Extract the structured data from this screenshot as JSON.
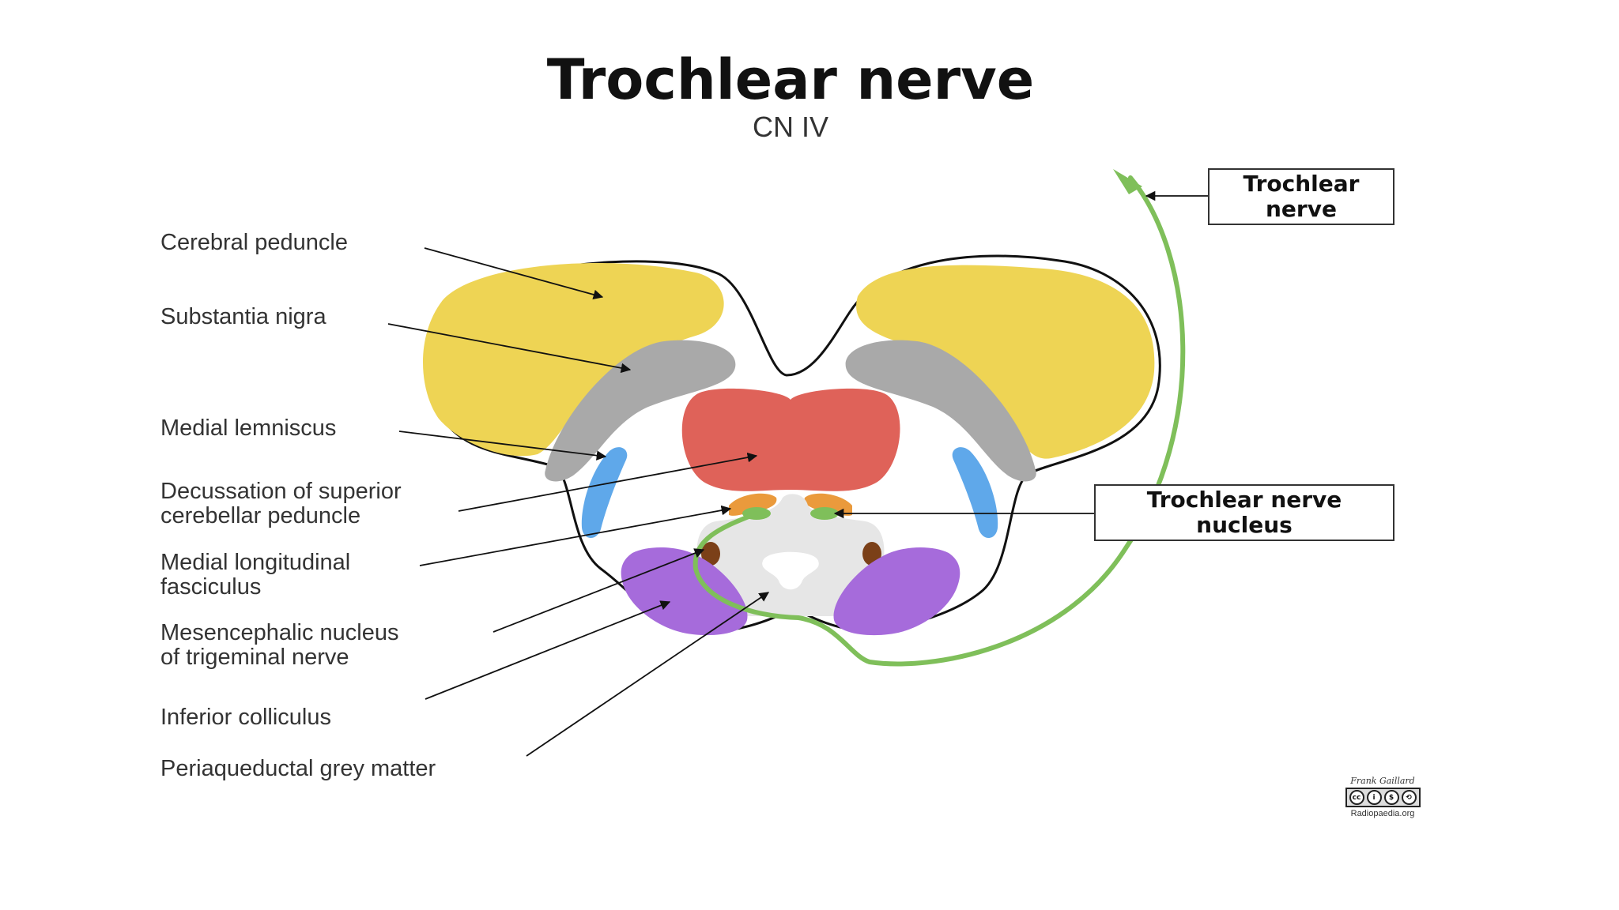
{
  "title": "Trochlear nerve",
  "subtitle": "CN IV",
  "labels": {
    "cerebral_peduncle": "Cerebral peduncle",
    "substantia_nigra": "Substantia nigra",
    "medial_lemniscus": "Medial lemniscus",
    "decussation_line1": "Decussation of superior",
    "decussation_line2": "cerebellar peduncle",
    "mlf_line1": "Medial longitudinal",
    "mlf_line2": "fasciculus",
    "mesencephalic_line1": "Mesencephalic nucleus",
    "mesencephalic_line2": "of trigeminal nerve",
    "inferior_colliculus": "Inferior colliculus",
    "periaqueductal": "Periaqueductal grey matter"
  },
  "boxes": {
    "nerve_line1": "Trochlear",
    "nerve_line2": "nerve",
    "nucleus_line1": "Trochlear nerve",
    "nucleus_line2": "nucleus"
  },
  "credit": {
    "author": "Frank Gaillard",
    "license_icons": [
      "cc-icon",
      "by-icon",
      "nc-icon",
      "sa-icon"
    ],
    "license_glyphs": [
      "cc",
      "i",
      "$",
      "⟲"
    ],
    "site": "Radiopaedia.org"
  },
  "colors": {
    "cerebral_peduncle": "#EED454",
    "substantia_nigra": "#A9A9A9",
    "medial_lemniscus": "#5FA8EA",
    "decussation": "#DF6259",
    "mlf": "#EA9A3C",
    "nerve": "#7FBF5A",
    "mesencephalic": "#7B4018",
    "inferior_colliculus": "#A66BDB",
    "periaqueductal": "#E6E6E6"
  }
}
